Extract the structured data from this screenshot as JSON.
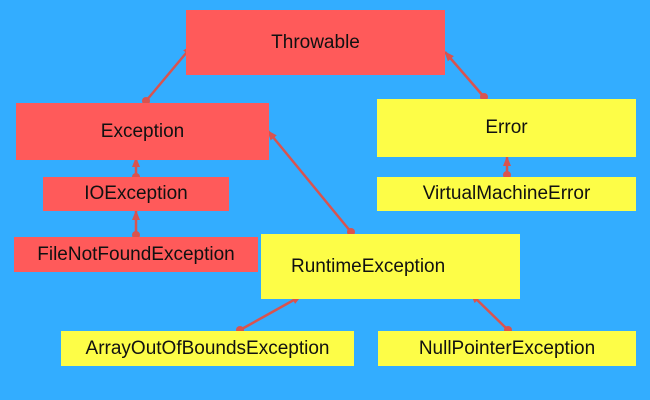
{
  "colors": {
    "background": "#33adff",
    "checked_exception": "#ff5a5a",
    "unchecked": "#fdfd47",
    "connector": "#d9534f"
  },
  "nodes": {
    "throwable": "Throwable",
    "exception": "Exception",
    "error": "Error",
    "ioexception": "IOException",
    "virtualmachineerror": "VirtualMachineError",
    "filenotfoundexception": "FileNotFoundException",
    "runtimeexception": "RuntimeException",
    "arrayoutofboundsexception": "ArrayOutOfBoundsException",
    "nullpointerexception": "NullPointerException"
  },
  "edges": [
    {
      "from": "exception",
      "to": "throwable"
    },
    {
      "from": "error",
      "to": "throwable"
    },
    {
      "from": "ioexception",
      "to": "exception"
    },
    {
      "from": "filenotfoundexception",
      "to": "ioexception"
    },
    {
      "from": "runtimeexception",
      "to": "exception"
    },
    {
      "from": "virtualmachineerror",
      "to": "error"
    },
    {
      "from": "arrayoutofboundsexception",
      "to": "runtimeexception"
    },
    {
      "from": "nullpointerexception",
      "to": "runtimeexception"
    }
  ]
}
